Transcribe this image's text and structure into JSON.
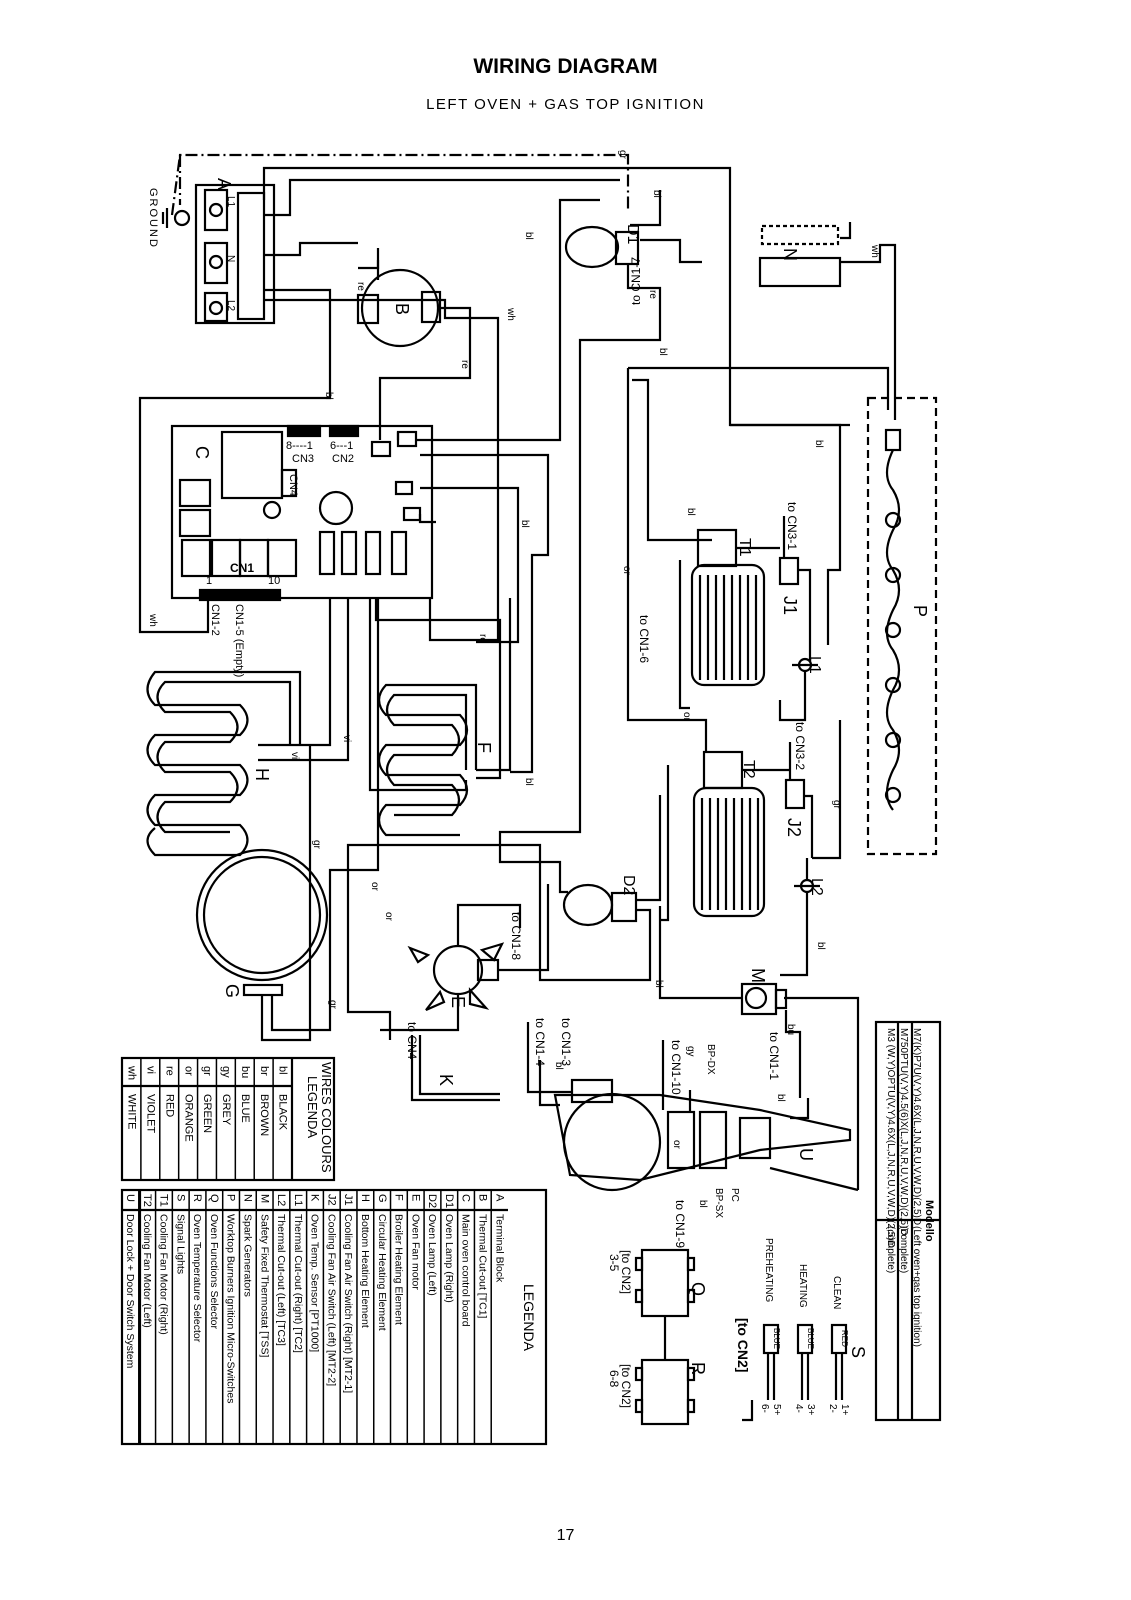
{
  "header": {
    "title": "WIRING DIAGRAM",
    "subtitle": "LEFT OVEN + GAS TOP IGNITION"
  },
  "page_number": "17",
  "ground_label": "GROUND",
  "components": {
    "terminal_block": "A",
    "thermostat_b": "B",
    "board": "C",
    "lamp_d1": "D1",
    "lamp_d2": "D2",
    "fan_e": "E",
    "broiler_f": "F",
    "circular_g": "G",
    "bottom_h": "H",
    "fan_switch_j1": "J1",
    "fan_switch_j2": "J2",
    "sensor_k": "K",
    "cutout_l1": "L1",
    "cutout_l2": "L2",
    "thermostat_m": "M",
    "spark_n": "N",
    "micro_switches_p": "P",
    "selector_q": "Q",
    "selector_r": "R",
    "lights_s": "S",
    "motor_t1": "T1",
    "motor_t2": "T2",
    "door_lock_u": "U"
  },
  "terminal_labels": [
    "L1",
    "N",
    "L2"
  ],
  "board_labels": {
    "cn1": "CN1",
    "cn1_range_start": "1",
    "cn1_range_end": "10",
    "cn2": "CN2",
    "cn2_range": "6---1",
    "cn3": "CN3",
    "cn3_range": "8----1",
    "cn4": "CN4",
    "cn1_2": "CN1-2",
    "cn1_5": "CN1-5 (Empty)"
  },
  "connection_labels": {
    "to_cn1_7": "to CN1-7",
    "to_cn3_1": "to CN3-1",
    "to_cn3_2": "to CN3-2",
    "to_cn1_6": "to CN1-6",
    "to_cn1_8": "to CN1-8",
    "to_cn4": "to CN4",
    "to_cn1_3": "to CN1-3",
    "to_cn1_4": "to CN1-4",
    "to_cn1_10": "to CN1-10",
    "to_cn1_9": "to CN1-9",
    "to_cn1_1": "to CN1-1",
    "to_cn2_q": "[to CN2]",
    "q_range": "3-5",
    "to_cn2_r": "[to CN2]",
    "r_range": "6-8",
    "to_cn2_s": "[to CN2]"
  },
  "micro_switch_labels": [
    "BP-DX",
    "PC",
    "BP-SX"
  ],
  "signal_lights": [
    {
      "name": "CLEAN",
      "color": "RED",
      "pins": [
        "1+",
        "2-"
      ]
    },
    {
      "name": "HEATING",
      "color": "BLUE",
      "pins": [
        "3+",
        "4-"
      ]
    },
    {
      "name": "PREHEATING",
      "color": "BLUE",
      "pins": [
        "5+",
        "6-"
      ]
    }
  ],
  "wire_tags": [
    "gr",
    "bl",
    "bl",
    "re",
    "wh",
    "re",
    "bl",
    "re",
    "bl",
    "bl",
    "bl",
    "or",
    "bl",
    "re",
    "wh",
    "vi",
    "vi",
    "bl",
    "gr",
    "or",
    "or",
    "gr",
    "gr",
    "bl",
    "bu",
    "bl",
    "bl",
    "gy",
    "bl",
    "bl",
    "or",
    "or",
    "wh"
  ],
  "wires_legend": {
    "title_line1": "WIRES COLOURS",
    "title_line2": "LEGENDA",
    "rows": [
      {
        "code": "bl",
        "name": "BLACK"
      },
      {
        "code": "br",
        "name": "BROWN"
      },
      {
        "code": "bu",
        "name": "BLUE"
      },
      {
        "code": "gy",
        "name": "GREY"
      },
      {
        "code": "gr",
        "name": "GREEN"
      },
      {
        "code": "or",
        "name": "ORANGE"
      },
      {
        "code": "re",
        "name": "RED"
      },
      {
        "code": "vi",
        "name": "VIOLET"
      },
      {
        "code": "wh",
        "name": "WHITE"
      }
    ]
  },
  "legenda": {
    "title": "LEGENDA",
    "rows": [
      {
        "code": "A",
        "desc": "Terminal Block"
      },
      {
        "code": "B",
        "desc": "Thermal Cut-out [TC1]"
      },
      {
        "code": "C",
        "desc": "Main oven control board"
      },
      {
        "code": "D1",
        "desc": "Oven Lamp (Right)"
      },
      {
        "code": "D2",
        "desc": "Oven Lamp (Left)"
      },
      {
        "code": "E",
        "desc": "Oven Fan motor"
      },
      {
        "code": "F",
        "desc": "Broiler Heating Element"
      },
      {
        "code": "G",
        "desc": "Circular Heating Element"
      },
      {
        "code": "H",
        "desc": "Bottom Heating Element"
      },
      {
        "code": "J1",
        "desc": "Cooling Fan Air Switch (Right) [MT2-1]"
      },
      {
        "code": "J2",
        "desc": "Cooling Fan Air Switch (Left) [MT2-2]"
      },
      {
        "code": "K",
        "desc": "Oven Temp. Sensor [PT1000]"
      },
      {
        "code": "L1",
        "desc": "Thermal Cut-out (Right) [TC2]"
      },
      {
        "code": "L2",
        "desc": "Thermal Cut-out (Left) [TC3]"
      },
      {
        "code": "M",
        "desc": "Safety Fixed Thermostat [TSS]"
      },
      {
        "code": "N",
        "desc": "Spark Generators"
      },
      {
        "code": "P",
        "desc": "Worktop Burners Ignition Micro-Switches"
      },
      {
        "code": "Q",
        "desc": "Oven Functions Selector"
      },
      {
        "code": "R",
        "desc": "Oven Temperature Selector"
      },
      {
        "code": "S",
        "desc": "Signal Lights"
      },
      {
        "code": "T1",
        "desc": "Cooling Fan Motor (Right)"
      },
      {
        "code": "T2",
        "desc": "Cooling Fan Motor (Left)"
      },
      {
        "code": "U",
        "desc": "Door Lock + Door Switch System"
      }
    ]
  },
  "models": {
    "header_model": "Modello",
    "rows": [
      {
        "model": "M3 (W,Y)OPTU(V,Y)4.6X(L,J,N,R,U,V,W,D)(2,5)D",
        "desc": "(complete)"
      },
      {
        "model": "M750PTU(V,Y)4.5(6)X(L,J,N,R,U,V,W,D)(2,5)D",
        "desc": "(complete)"
      },
      {
        "model": "M7(K)P7U(V,Y)4.6X(L,J,N,R,U,V,W,D)(2,5)D",
        "desc": "(Left oven+gas top ignition)"
      }
    ]
  }
}
